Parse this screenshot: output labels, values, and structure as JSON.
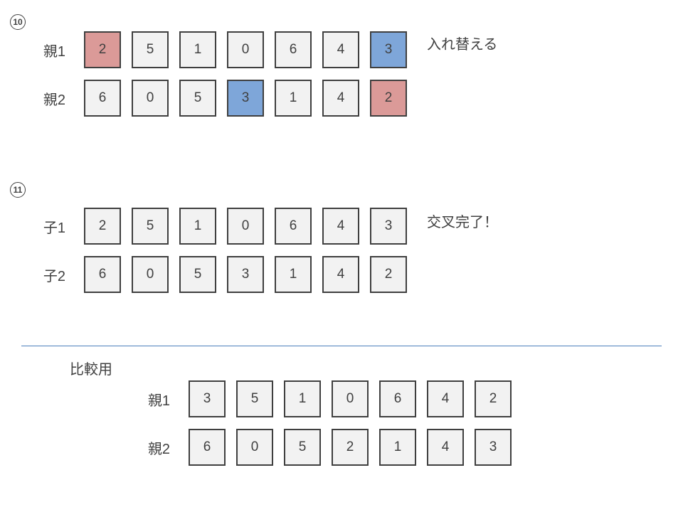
{
  "colors": {
    "pink": "#db9a98",
    "blue": "#7ea6d9",
    "cell_bg": "#f2f2f2",
    "cell_border": "#3f3f3f",
    "divider": "#4a7ebb"
  },
  "step10": {
    "marker": "10",
    "annotation": "入れ替える",
    "rows": [
      {
        "label": "親1",
        "cells": [
          {
            "value": "2",
            "highlight": "pink"
          },
          {
            "value": "5"
          },
          {
            "value": "1"
          },
          {
            "value": "0"
          },
          {
            "value": "6"
          },
          {
            "value": "4"
          },
          {
            "value": "3",
            "highlight": "blue"
          }
        ]
      },
      {
        "label": "親2",
        "cells": [
          {
            "value": "6"
          },
          {
            "value": "0"
          },
          {
            "value": "5"
          },
          {
            "value": "3",
            "highlight": "blue"
          },
          {
            "value": "1"
          },
          {
            "value": "4"
          },
          {
            "value": "2",
            "highlight": "pink"
          }
        ]
      }
    ]
  },
  "step11": {
    "marker": "11",
    "annotation": "交叉完了！",
    "rows": [
      {
        "label": "子1",
        "cells": [
          {
            "value": "2"
          },
          {
            "value": "5"
          },
          {
            "value": "1"
          },
          {
            "value": "0"
          },
          {
            "value": "6"
          },
          {
            "value": "4"
          },
          {
            "value": "3"
          }
        ]
      },
      {
        "label": "子2",
        "cells": [
          {
            "value": "6"
          },
          {
            "value": "0"
          },
          {
            "value": "5"
          },
          {
            "value": "3"
          },
          {
            "value": "1"
          },
          {
            "value": "4"
          },
          {
            "value": "2"
          }
        ]
      }
    ]
  },
  "comparison": {
    "title": "比較用",
    "rows": [
      {
        "label": "親1",
        "cells": [
          {
            "value": "3"
          },
          {
            "value": "5"
          },
          {
            "value": "1"
          },
          {
            "value": "0"
          },
          {
            "value": "6"
          },
          {
            "value": "4"
          },
          {
            "value": "2"
          }
        ]
      },
      {
        "label": "親2",
        "cells": [
          {
            "value": "6"
          },
          {
            "value": "0"
          },
          {
            "value": "5"
          },
          {
            "value": "2"
          },
          {
            "value": "1"
          },
          {
            "value": "4"
          },
          {
            "value": "3"
          }
        ]
      }
    ]
  }
}
